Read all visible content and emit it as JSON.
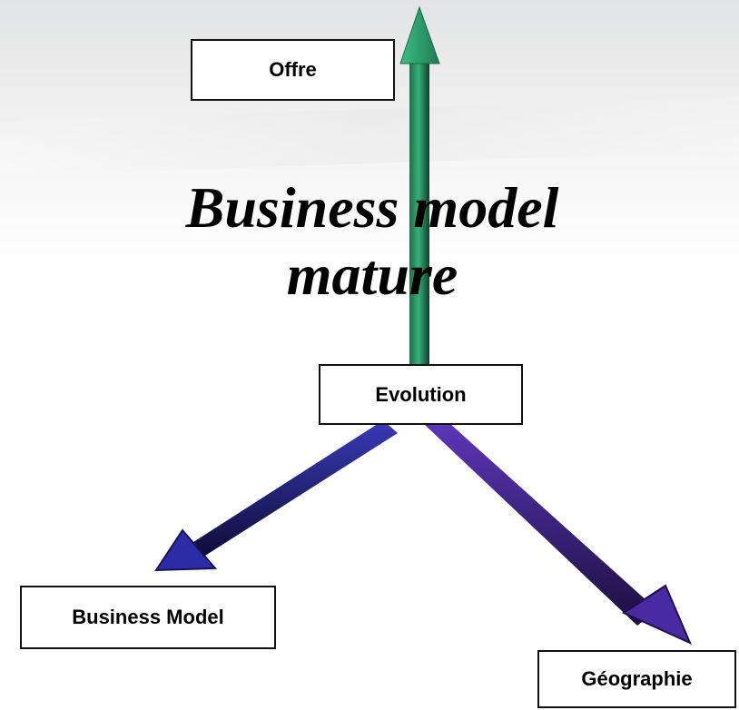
{
  "title": {
    "line1": "Business model",
    "line2": "mature"
  },
  "axes": [
    {
      "id": "offre",
      "label": "Offre",
      "color": "#2e9a6b",
      "shade": "#0f3f28"
    },
    {
      "id": "business_model",
      "label": "Business Model",
      "color": "#2a2a9a",
      "shade": "#0e0e3a"
    },
    {
      "id": "geographie",
      "label": "Géographie",
      "color": "#4b2a9a",
      "shade": "#1c0e3e"
    }
  ],
  "origin_label": "Evolution"
}
